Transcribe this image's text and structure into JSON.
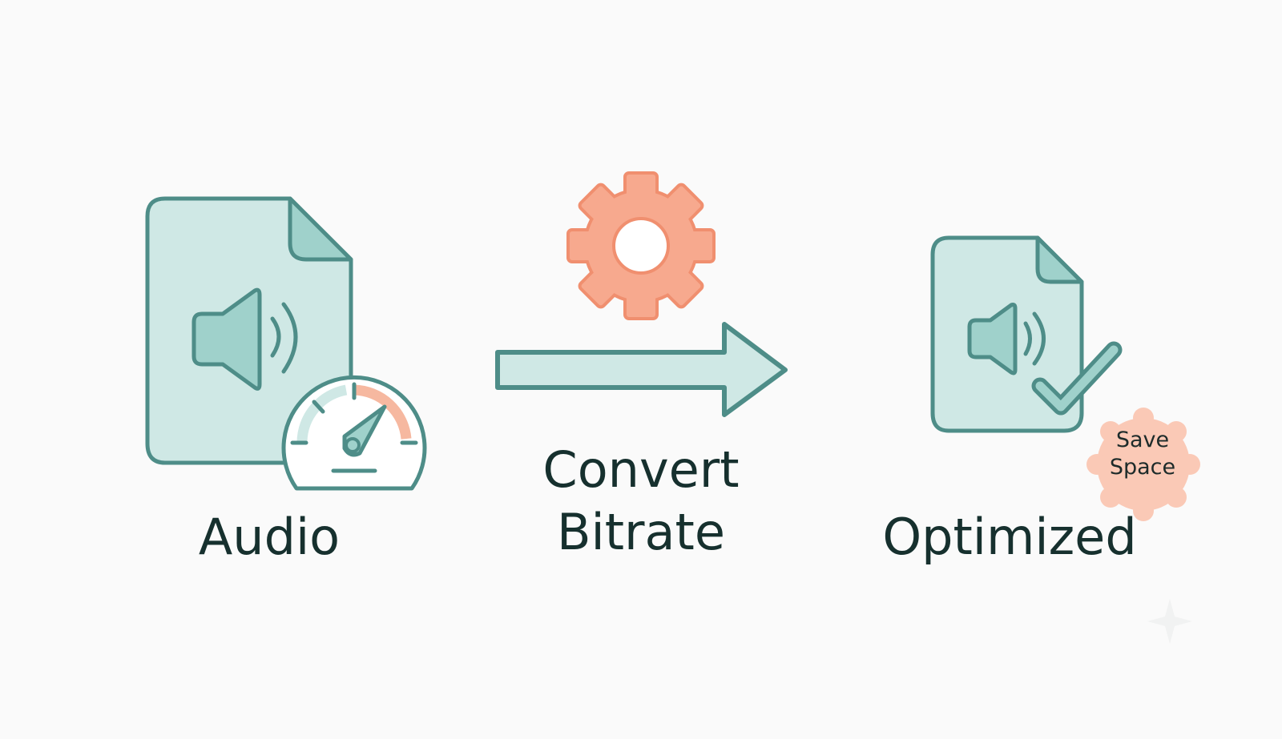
{
  "steps": {
    "source": {
      "label": "Audio",
      "icons": [
        "audio-file-icon",
        "speaker-icon",
        "speedometer-icon"
      ]
    },
    "process": {
      "label_line1": "Convert",
      "label_line2": "Bitrate",
      "icons": [
        "gear-icon",
        "right-arrow-icon"
      ]
    },
    "result": {
      "label": "Optimized",
      "icons": [
        "audio-file-icon",
        "speaker-icon",
        "checkmark-icon"
      ]
    }
  },
  "badge": {
    "line1": "Save",
    "line2": "Space",
    "icon": "starburst-badge-icon"
  },
  "colors": {
    "background": "#fafafa",
    "teal_fill": "#cfe8e5",
    "teal_mid": "#9fd1cb",
    "teal_stroke": "#4e8d88",
    "coral": "#f5a68c",
    "coral_light": "#fac9b6",
    "text": "#16302e"
  }
}
